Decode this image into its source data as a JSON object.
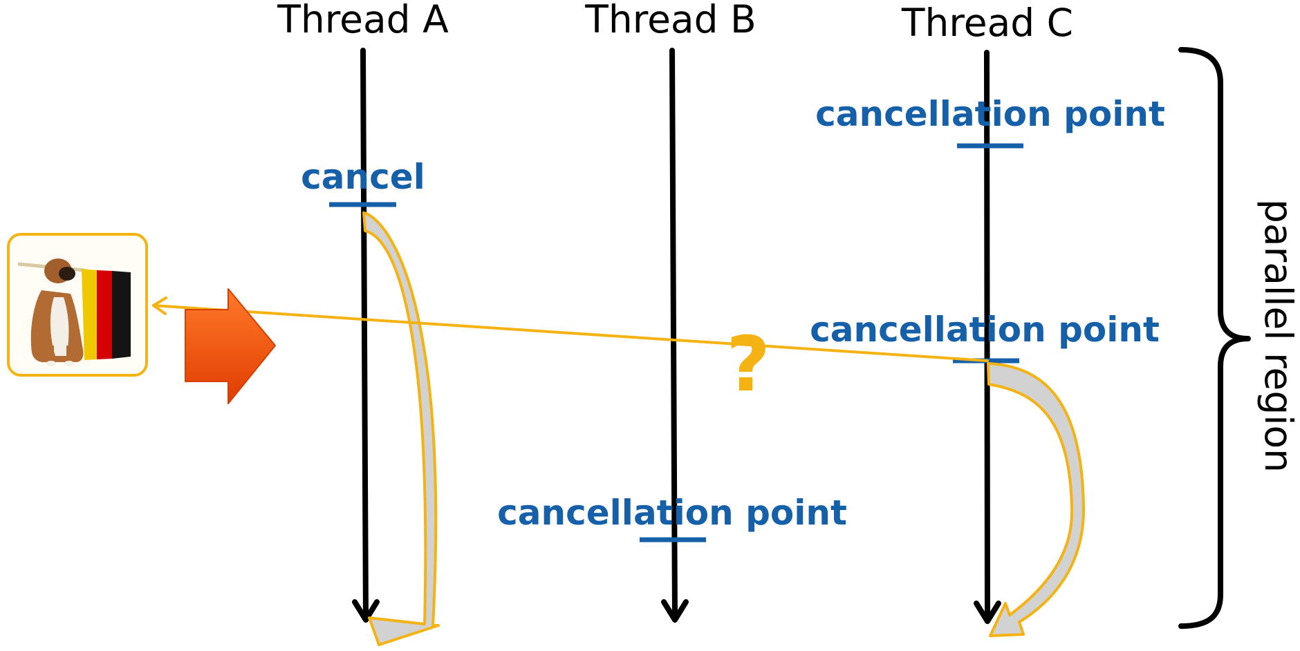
{
  "threads": [
    {
      "id": "a",
      "title": "Thread A"
    },
    {
      "id": "b",
      "title": "Thread B"
    },
    {
      "id": "c",
      "title": "Thread C"
    }
  ],
  "labels": {
    "cancel": "cancel",
    "cp_c_top": "cancellation point",
    "cp_c_mid": "cancellation point",
    "cp_b": "cancellation point",
    "question": "?",
    "region": "parallel region"
  },
  "colors": {
    "label_blue": "#1560a8",
    "accent_yellow": "#f5b313",
    "arrow_orange": "#f04e00",
    "line": "#000000",
    "fill_gray": "#d2d2d2"
  },
  "icons": {
    "flag_dog": "dog-with-german-flag-icon",
    "direction": "right-arrow-icon"
  }
}
